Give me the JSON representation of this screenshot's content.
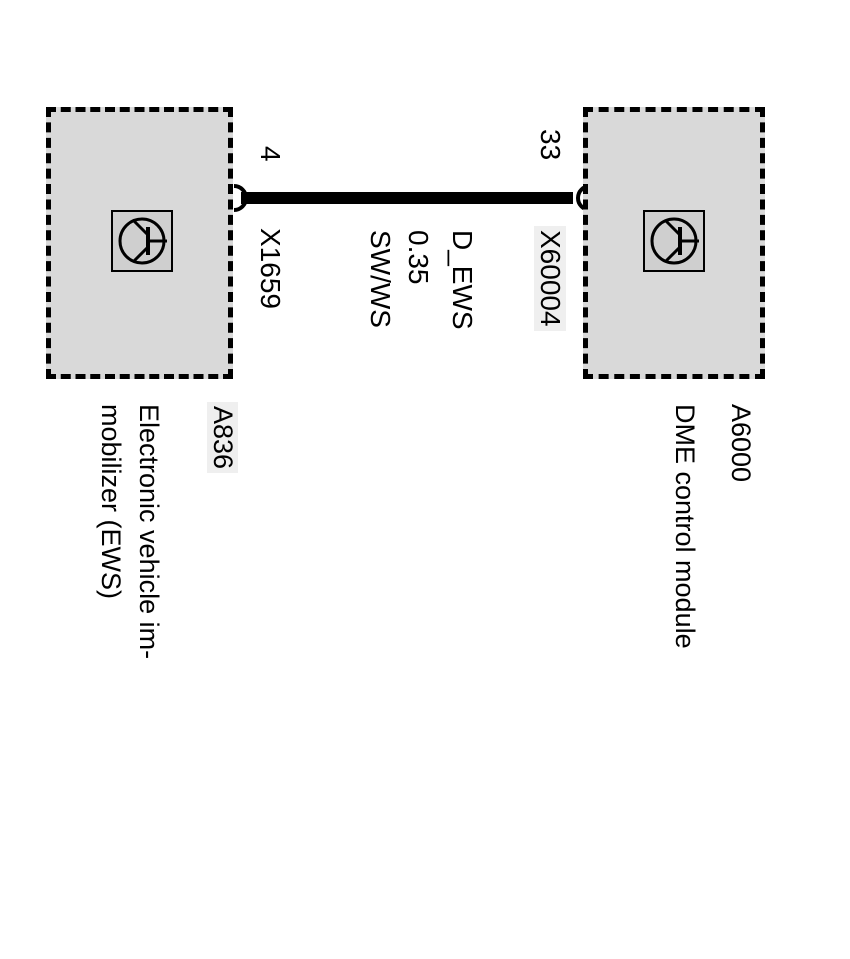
{
  "modules": {
    "ews": {
      "id": "A836",
      "name_line1": "Electronic vehicle im-",
      "name_line2": "mobilizer (EWS)"
    },
    "dme": {
      "id": "A6000",
      "name": "DME control module"
    }
  },
  "wire": {
    "signal": "D_EWS",
    "size": "0.35",
    "color": "SW/WS",
    "ews_pin": "4",
    "ews_connector": "X1659",
    "dme_pin": "33",
    "dme_connector": "X60004"
  },
  "colors": {
    "module_fill": "#d9d9d9",
    "symbol_fill": "#cfcfcf",
    "label_shade": "#efefef"
  },
  "icons": {
    "module_symbol": "transistor-icon"
  }
}
